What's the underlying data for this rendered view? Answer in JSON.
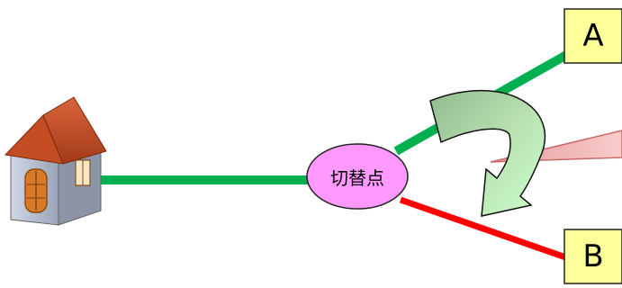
{
  "diagram": {
    "nodes": {
      "switch_point": "切替点",
      "destination_a": "A",
      "destination_b": "B"
    },
    "colors": {
      "route_a_line": "#00b050",
      "route_b_line": "#ff0000",
      "switch_fill": "#ff99ff",
      "box_fill": "#ffff99",
      "arrow_gradient_start": "#8fbc8f",
      "arrow_gradient_end": "#ccffcc",
      "callout_fill": "#f4b6b6"
    },
    "icons": {
      "origin": "house-icon",
      "switch_arrow": "curved-arrow-icon",
      "callout": "callout-pointer-icon"
    }
  }
}
